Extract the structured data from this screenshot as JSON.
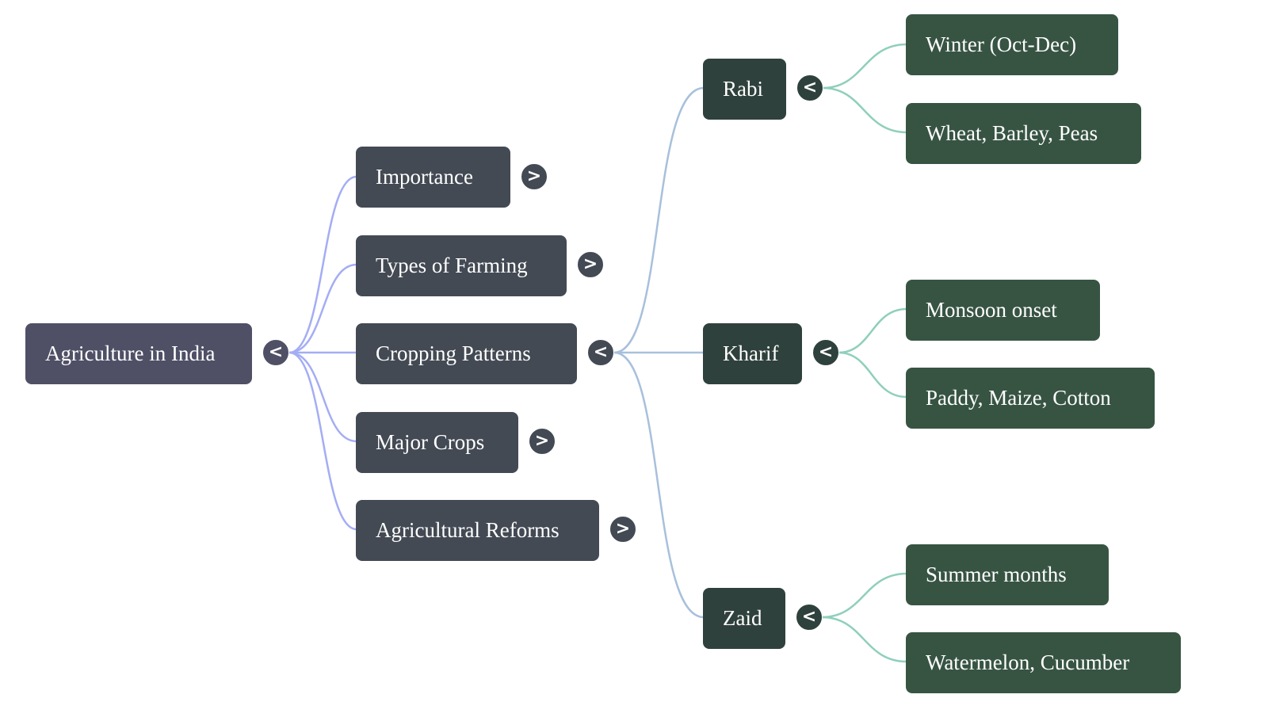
{
  "mindmap": {
    "root": {
      "label": "Agriculture in India",
      "toggle": "<",
      "expanded": true
    },
    "branches": [
      {
        "label": "Importance",
        "toggle": ">",
        "expanded": false
      },
      {
        "label": "Types of Farming",
        "toggle": ">",
        "expanded": false
      },
      {
        "label": "Cropping Patterns",
        "toggle": "<",
        "expanded": true,
        "children": [
          {
            "label": "Rabi",
            "toggle": "<",
            "expanded": true,
            "children": [
              {
                "label": "Winter (Oct-Dec)"
              },
              {
                "label": "Wheat, Barley, Peas"
              }
            ]
          },
          {
            "label": "Kharif",
            "toggle": "<",
            "expanded": true,
            "children": [
              {
                "label": "Monsoon onset"
              },
              {
                "label": "Paddy, Maize, Cotton"
              }
            ]
          },
          {
            "label": "Zaid",
            "toggle": "<",
            "expanded": true,
            "children": [
              {
                "label": "Summer months"
              },
              {
                "label": "Watermelon, Cucumber"
              }
            ]
          }
        ]
      },
      {
        "label": "Major Crops",
        "toggle": ">",
        "expanded": false
      },
      {
        "label": "Agricultural Reforms",
        "toggle": ">",
        "expanded": false
      }
    ]
  },
  "colors": {
    "root_node": "#4f5066",
    "level1_node": "#434a54",
    "level2_node": "#2f413c",
    "level3_node": "#375443",
    "link_level1": "#a4adf4",
    "link_level2": "#a8c0dc",
    "link_level3": "#8fcfbc"
  }
}
